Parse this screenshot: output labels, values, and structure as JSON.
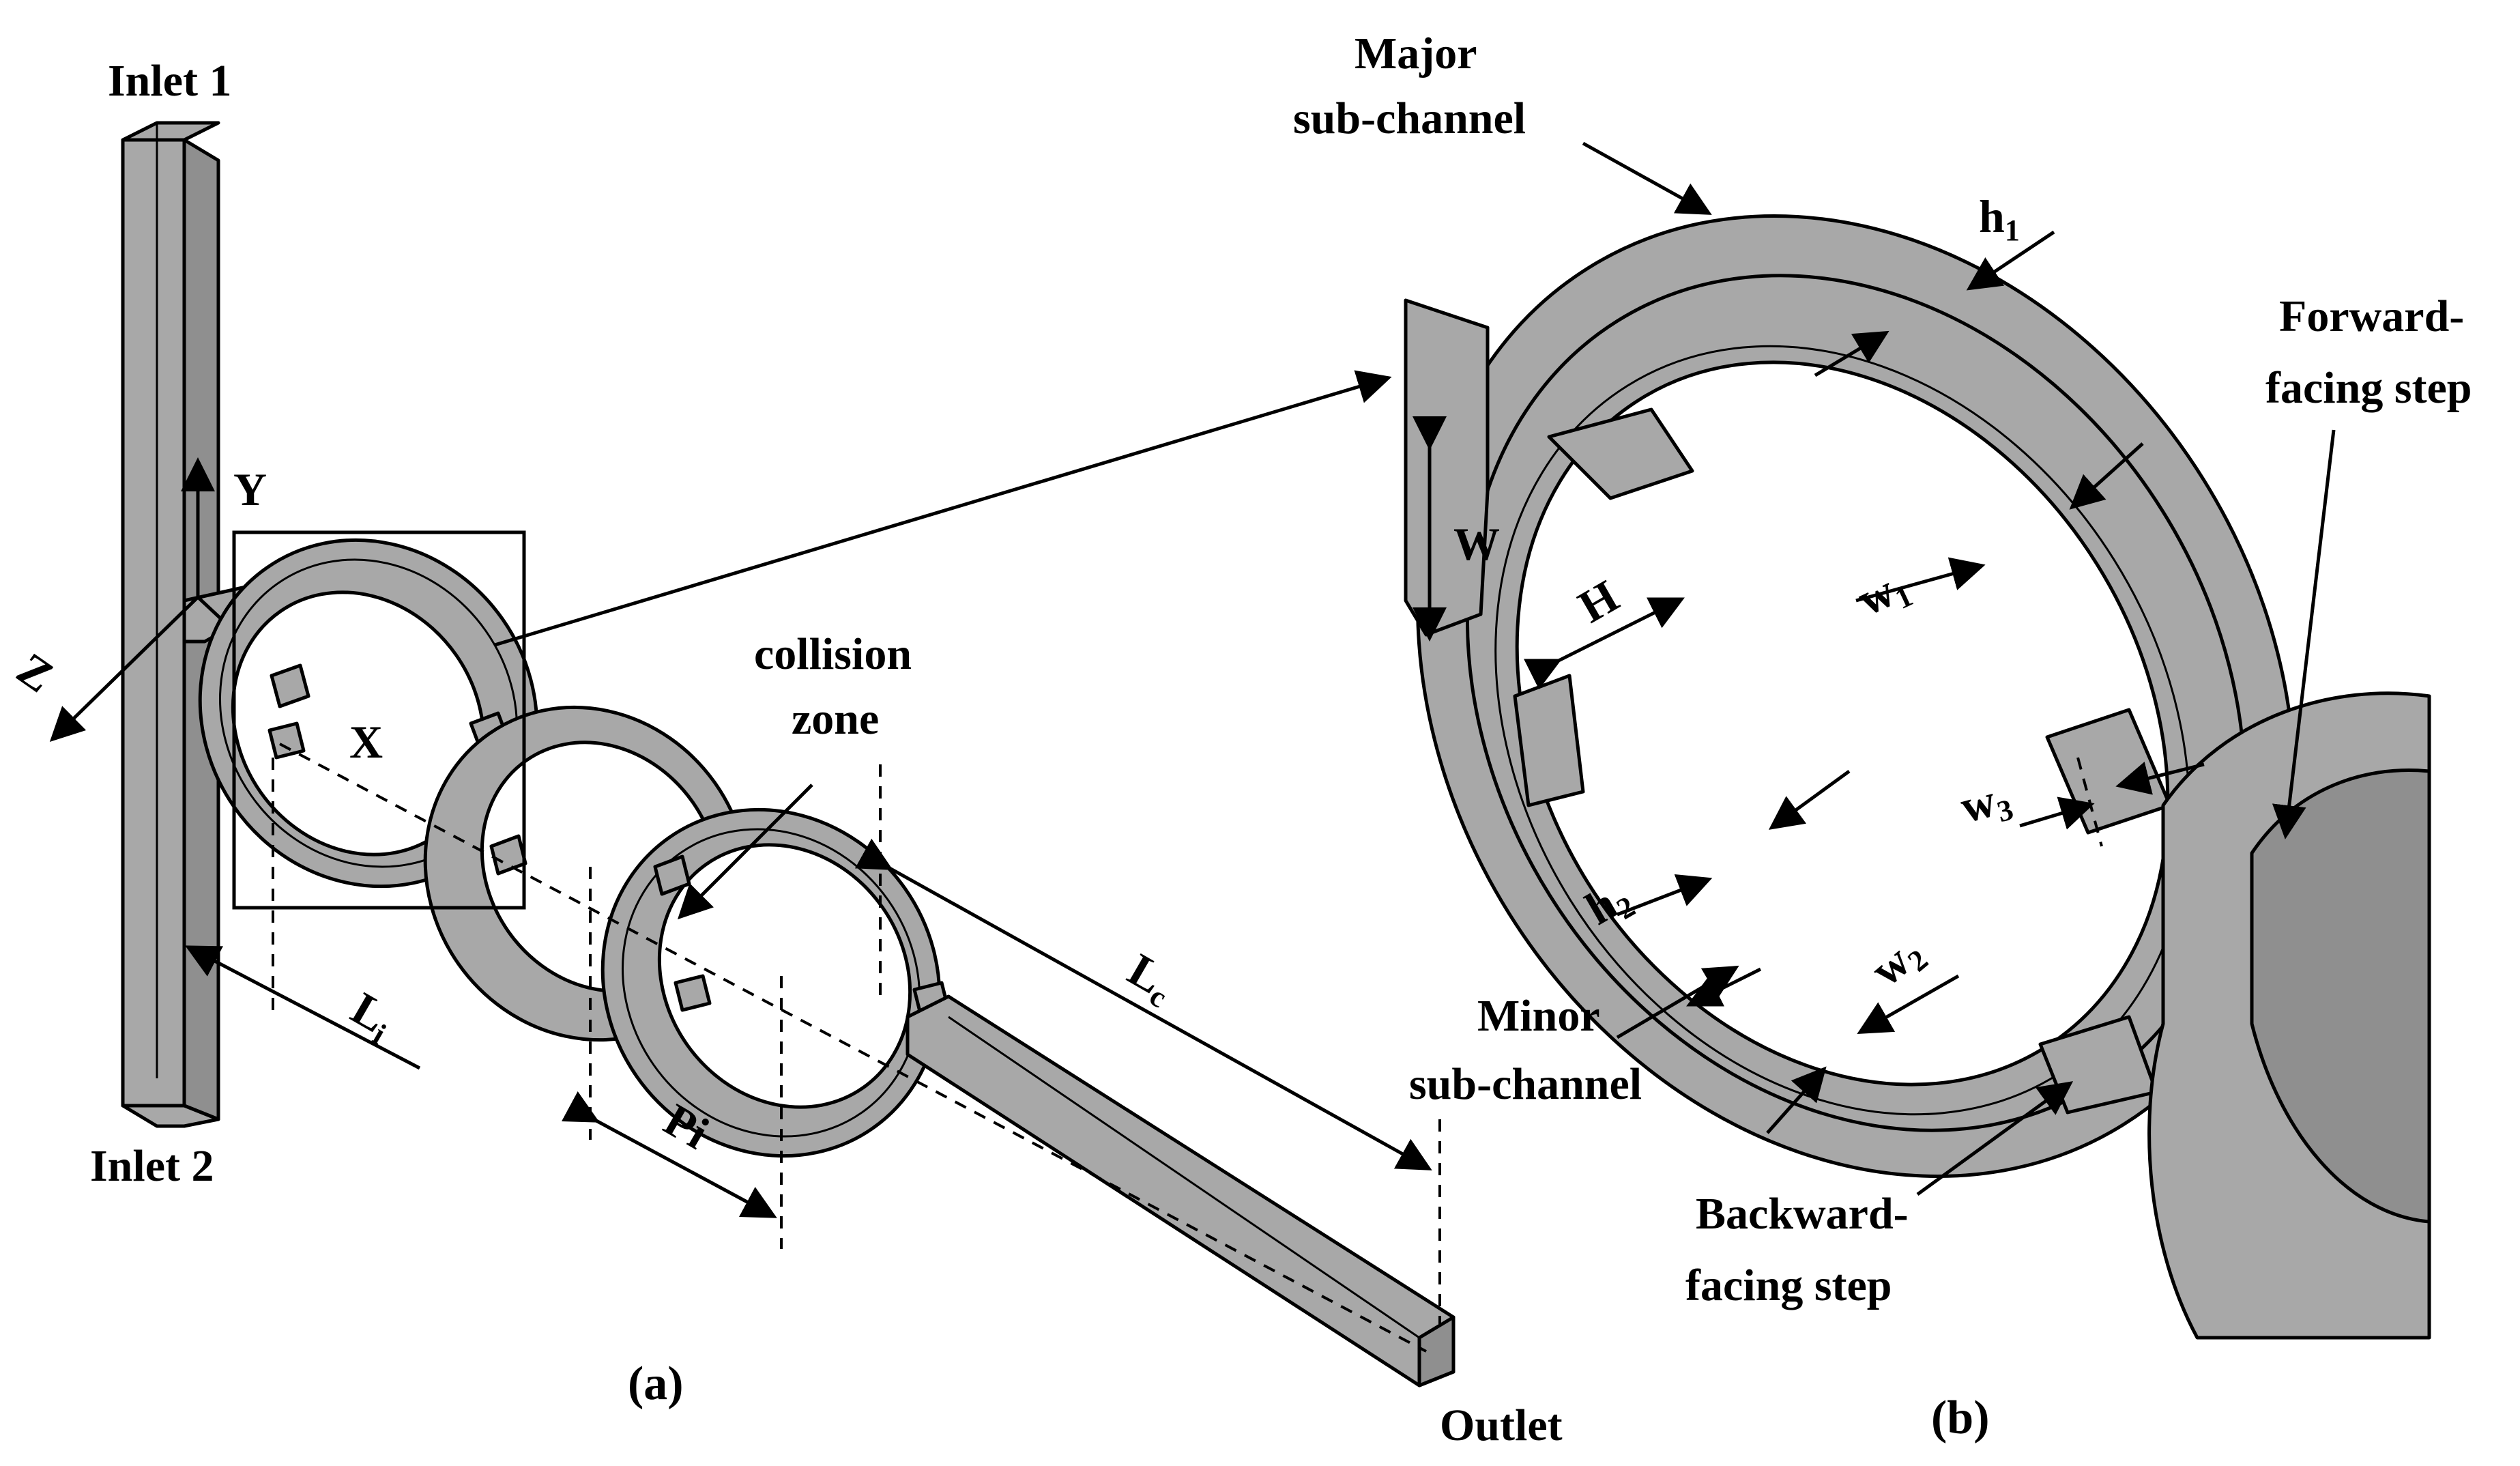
{
  "panel_a": {
    "caption": "(a)",
    "inlet1": "Inlet 1",
    "inlet2": "Inlet 2",
    "outlet": "Outlet",
    "axis_y": "Y",
    "axis_x": "X",
    "axis_z": "Z",
    "collision_line1": "collision",
    "collision_line2": "zone",
    "li": "L",
    "li_sub": "i",
    "lc": "L",
    "lc_sub": "c",
    "pi": "Pi"
  },
  "panel_b": {
    "caption": "(b)",
    "major_line1": "Major",
    "major_line2": "sub-channel",
    "minor_line1": "Minor",
    "minor_line2": "sub-channel",
    "forward_line1": "Forward-",
    "forward_line2": "facing step",
    "backward_line1": "Backward-",
    "backward_line2": "facing step",
    "W": "W",
    "H": "H",
    "h1": "h",
    "h1_sub": "1",
    "h2": "h",
    "h2_sub": "2",
    "w1": "w",
    "w1_sub": "1",
    "w2": "w",
    "w2_sub": "2",
    "w3": "w",
    "w3_sub": "3"
  },
  "colors": {
    "channel_fill": "#a8a8a8",
    "outline": "#000000",
    "background": "#ffffff"
  }
}
